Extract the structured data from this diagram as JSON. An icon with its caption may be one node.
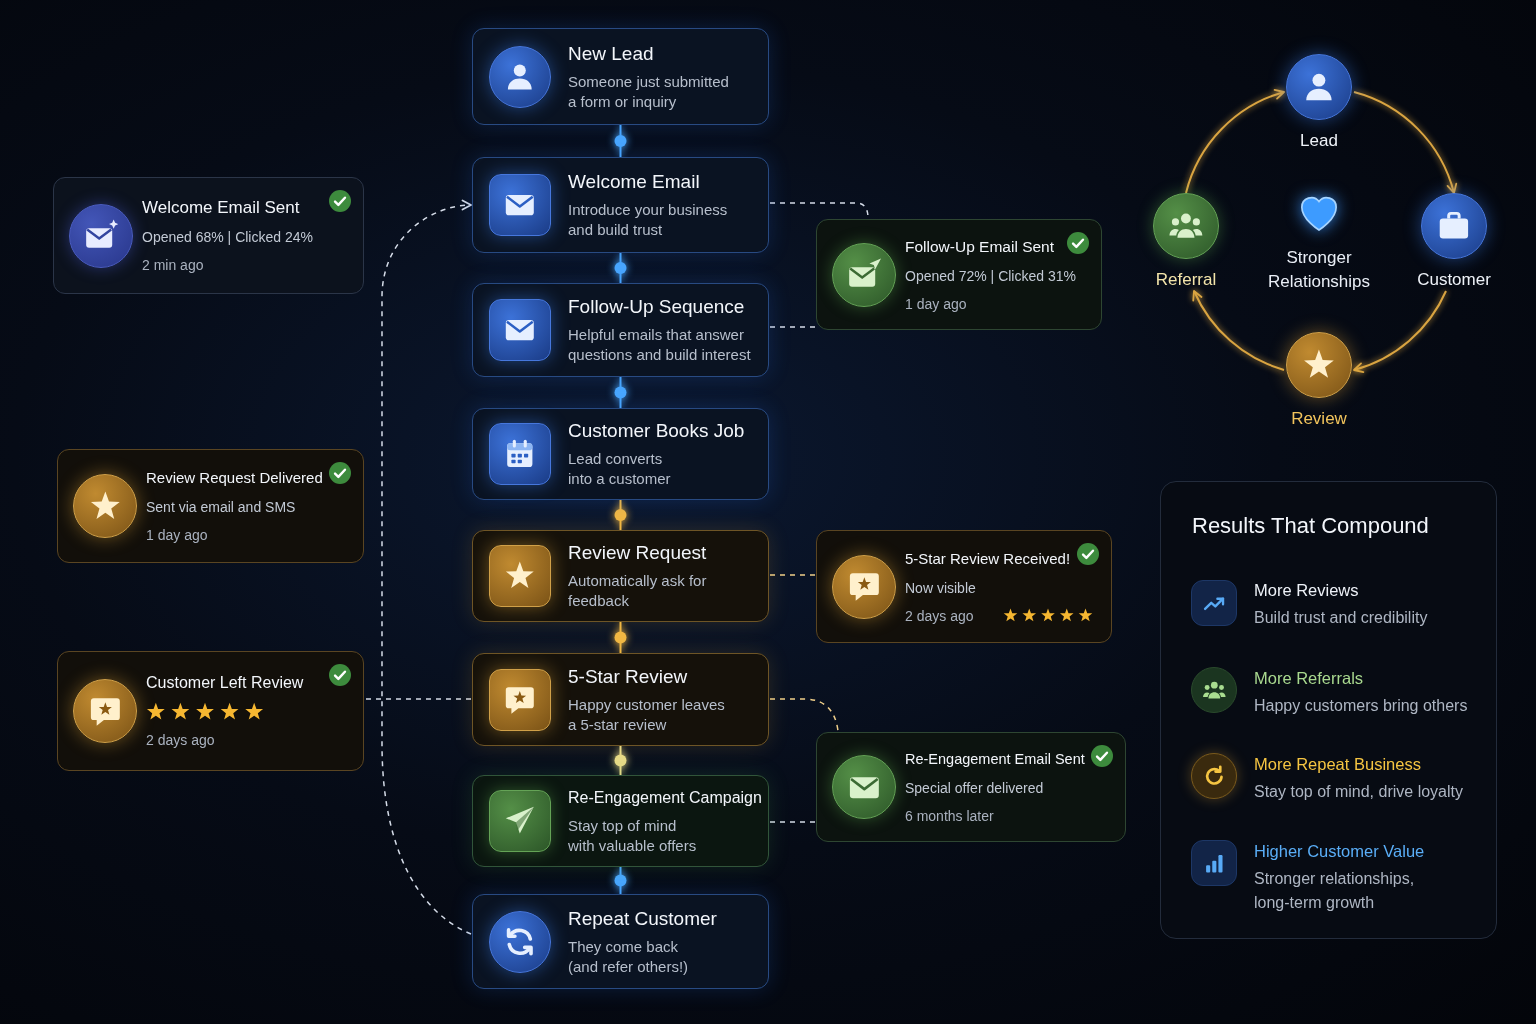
{
  "diagram": {
    "nodes": [
      {
        "text": [
          "New Lead",
          "Someone just submitted a form or inquiry"
        ]
      },
      {
        "text": [
          "Welcome Email",
          "Introduce your business and build trust"
        ]
      },
      {
        "text": [
          "Follow-Up Sequence",
          "Helpful emails that answer questions and build interest"
        ]
      },
      {
        "text": [
          "Customer Books Job",
          "Lead converts into a customer"
        ]
      },
      {
        "text": [
          "Review Request",
          "Automatically ask for feedback"
        ]
      },
      {
        "text": [
          "5-Star Review",
          "Happy customer leaves a 5-star review"
        ]
      },
      {
        "text": [
          "Re-Engagement Campaign",
          "Stay top of mind with valuable offers"
        ]
      },
      {
        "text": [
          "Repeat Customer",
          "They come back (and refer others!)"
        ]
      },
      {
        "text": [
          "Welcome Email Sent",
          "Opened 68% | Clicked 24%",
          "2 min ago"
        ]
      },
      {
        "text": [
          "Review Request Delivered",
          "Sent via email and SMS",
          "1 day ago"
        ]
      },
      {
        "text": [
          "Customer Left Review",
          "2 days ago"
        ]
      },
      {
        "text": [
          "Follow-Up Email Sent",
          "Opened 72% | Clicked 31%",
          "1 day ago"
        ]
      },
      {
        "text": [
          "5-Star Review Received!",
          "Now visible",
          "2 days ago"
        ]
      },
      {
        "text": [
          "Re-Engagement Email Sent",
          "Special offer delivered",
          "6 months later"
        ]
      },
      {
        "text": [
          "Lead"
        ]
      },
      {
        "text": [
          "Customer"
        ]
      },
      {
        "text": [
          "Review"
        ]
      },
      {
        "text": [
          "Referral"
        ]
      },
      {
        "text": [
          "Results That Compound"
        ]
      }
    ],
    "edges": [
      {
        "from": 0,
        "to": 1,
        "arrow": "none",
        "color": "#4aa8ff"
      },
      {
        "from": 1,
        "to": 2,
        "arrow": "none",
        "color": "#4aa8ff"
      },
      {
        "from": 2,
        "to": 3,
        "arrow": "none",
        "color": "#4aa8ff"
      },
      {
        "from": 3,
        "to": 4,
        "arrow": "none",
        "color": "#f2b945"
      },
      {
        "from": 4,
        "to": 5,
        "arrow": "none",
        "color": "#f2b945"
      },
      {
        "from": 5,
        "to": 6,
        "arrow": "none",
        "color": "#e9dc8a"
      },
      {
        "from": 6,
        "to": 7,
        "arrow": "none",
        "color": "#4aa8ff"
      },
      {
        "from": 1,
        "to": 11,
        "arrow": "none",
        "style": "dashed"
      },
      {
        "from": 2,
        "to": 11,
        "arrow": "none",
        "style": "dashed"
      },
      {
        "from": 4,
        "to": 12,
        "arrow": "none",
        "style": "dashed",
        "color": "#f0cf8a"
      },
      {
        "from": 5,
        "to": 13,
        "arrow": "none",
        "style": "dashed",
        "color": "#f0cf8a"
      },
      {
        "from": 6,
        "to": 13,
        "arrow": "none",
        "style": "dashed"
      },
      {
        "from": 5,
        "to": 10,
        "arrow": "none",
        "style": "dashed"
      },
      {
        "from": 7,
        "to": 1,
        "arrow": "to",
        "style": "dashed"
      },
      {
        "from": 14,
        "to": 15,
        "arrow": "to",
        "color": "#d9a441"
      },
      {
        "from": 15,
        "to": 16,
        "arrow": "to",
        "color": "#d9a441"
      },
      {
        "from": 16,
        "to": 17,
        "arrow": "to",
        "color": "#d9a441"
      },
      {
        "from": 17,
        "to": 14,
        "arrow": "to",
        "color": "#d9a441"
      }
    ],
    "labels": [
      "Stronger Relationships",
      "More Reviews",
      "Build trust and credibility",
      "More Referrals",
      "Happy customers bring others",
      "More Repeat Business",
      "Stay top of mind, drive loyalty",
      "Higher Customer Value",
      "Stronger relationships, long-term growth"
    ]
  }
}
